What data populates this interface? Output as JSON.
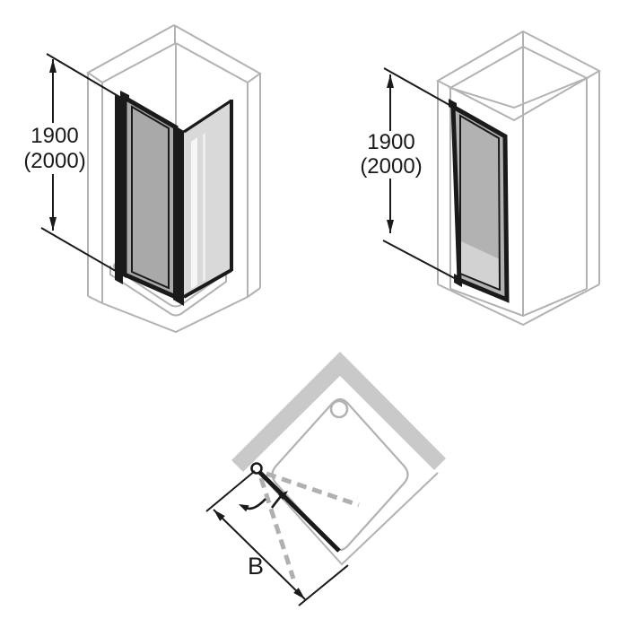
{
  "figures": {
    "corner_view": {
      "description": "corner shower with pivot door and side panel, isometric view",
      "dim_primary": "1900",
      "dim_secondary": "(2000)"
    },
    "niche_view": {
      "description": "pivot door mounted in niche between two walls, isometric view",
      "dim_primary": "1900",
      "dim_secondary": "(2000)"
    },
    "plan_view": {
      "description": "top plan view of shower tray with both-ways swinging pivot door",
      "width_label": "B"
    }
  },
  "palette": {
    "background": "#ffffff",
    "line_gray": "#b2b2b2",
    "wall_band_fill": "#c9c9c9",
    "dash_gray": "#b0b0b0",
    "ink_black": "#1a1a1a",
    "door_glass_dark": "#a9a9a9",
    "door_glass_medium": "#b2b2b2",
    "door_glass_light_band": "#d2d2d2",
    "side_panel_glass": "#d9d9d9"
  }
}
